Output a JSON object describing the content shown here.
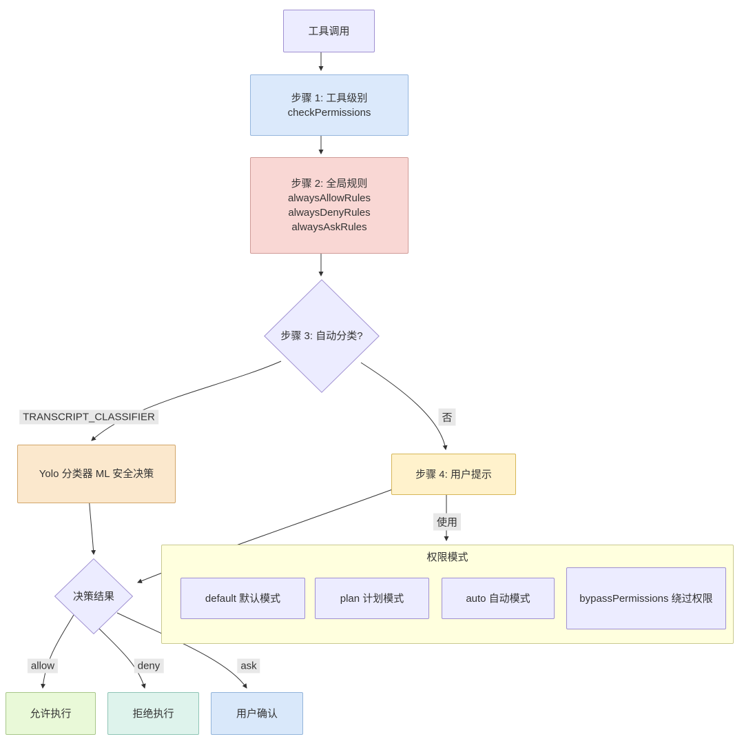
{
  "nodes": {
    "tool_call": "工具调用",
    "step1_lines": [
      "步骤 1: 工具级别",
      "checkPermissions"
    ],
    "step2_lines": [
      "步骤 2: 全局规则",
      "alwaysAllowRules",
      "alwaysDenyRules",
      "alwaysAskRules"
    ],
    "step3": "步骤 3: 自动分类?",
    "yolo": "Yolo 分类器 ML 安全决策",
    "step4": "步骤 4: 用户提示",
    "perm_group_title": "权限模式",
    "perm_default": "default 默认模式",
    "perm_plan": "plan 计划模式",
    "perm_auto": "auto 自动模式",
    "perm_bypass": "bypassPermissions 绕过权限",
    "decision": "决策结果",
    "allow_exec": "允许执行",
    "deny_exec": "拒绝执行",
    "user_confirm": "用户确认"
  },
  "edge_labels": {
    "classifier": "TRANSCRIPT_CLASSIFIER",
    "no": "否",
    "use": "使用",
    "allow": "allow",
    "deny": "deny",
    "ask": "ask"
  },
  "colors": {
    "lavender_fill": "#ececff",
    "lavender_stroke": "#9f8fd1",
    "blue_fill": "#dbe9fb",
    "blue_stroke": "#94b5dd",
    "pink_fill": "#f9d7d4",
    "pink_stroke": "#cf9b97",
    "tan_fill": "#fbe8cd",
    "tan_stroke": "#d2a569",
    "yellow_fill": "#fff2cc",
    "yellow_stroke": "#d6b656",
    "group_fill": "#ffffde",
    "group_stroke": "#c9c98f",
    "green_fill": "#e9f9d8",
    "green_stroke": "#a7c689",
    "mint_fill": "#def3ec",
    "mint_stroke": "#8ec4b5",
    "lightblue_fill": "#d9e8fa",
    "lightblue_stroke": "#92b4da",
    "label_bg": "#e8e8e8",
    "edge": "#333333",
    "text": "#333333"
  }
}
